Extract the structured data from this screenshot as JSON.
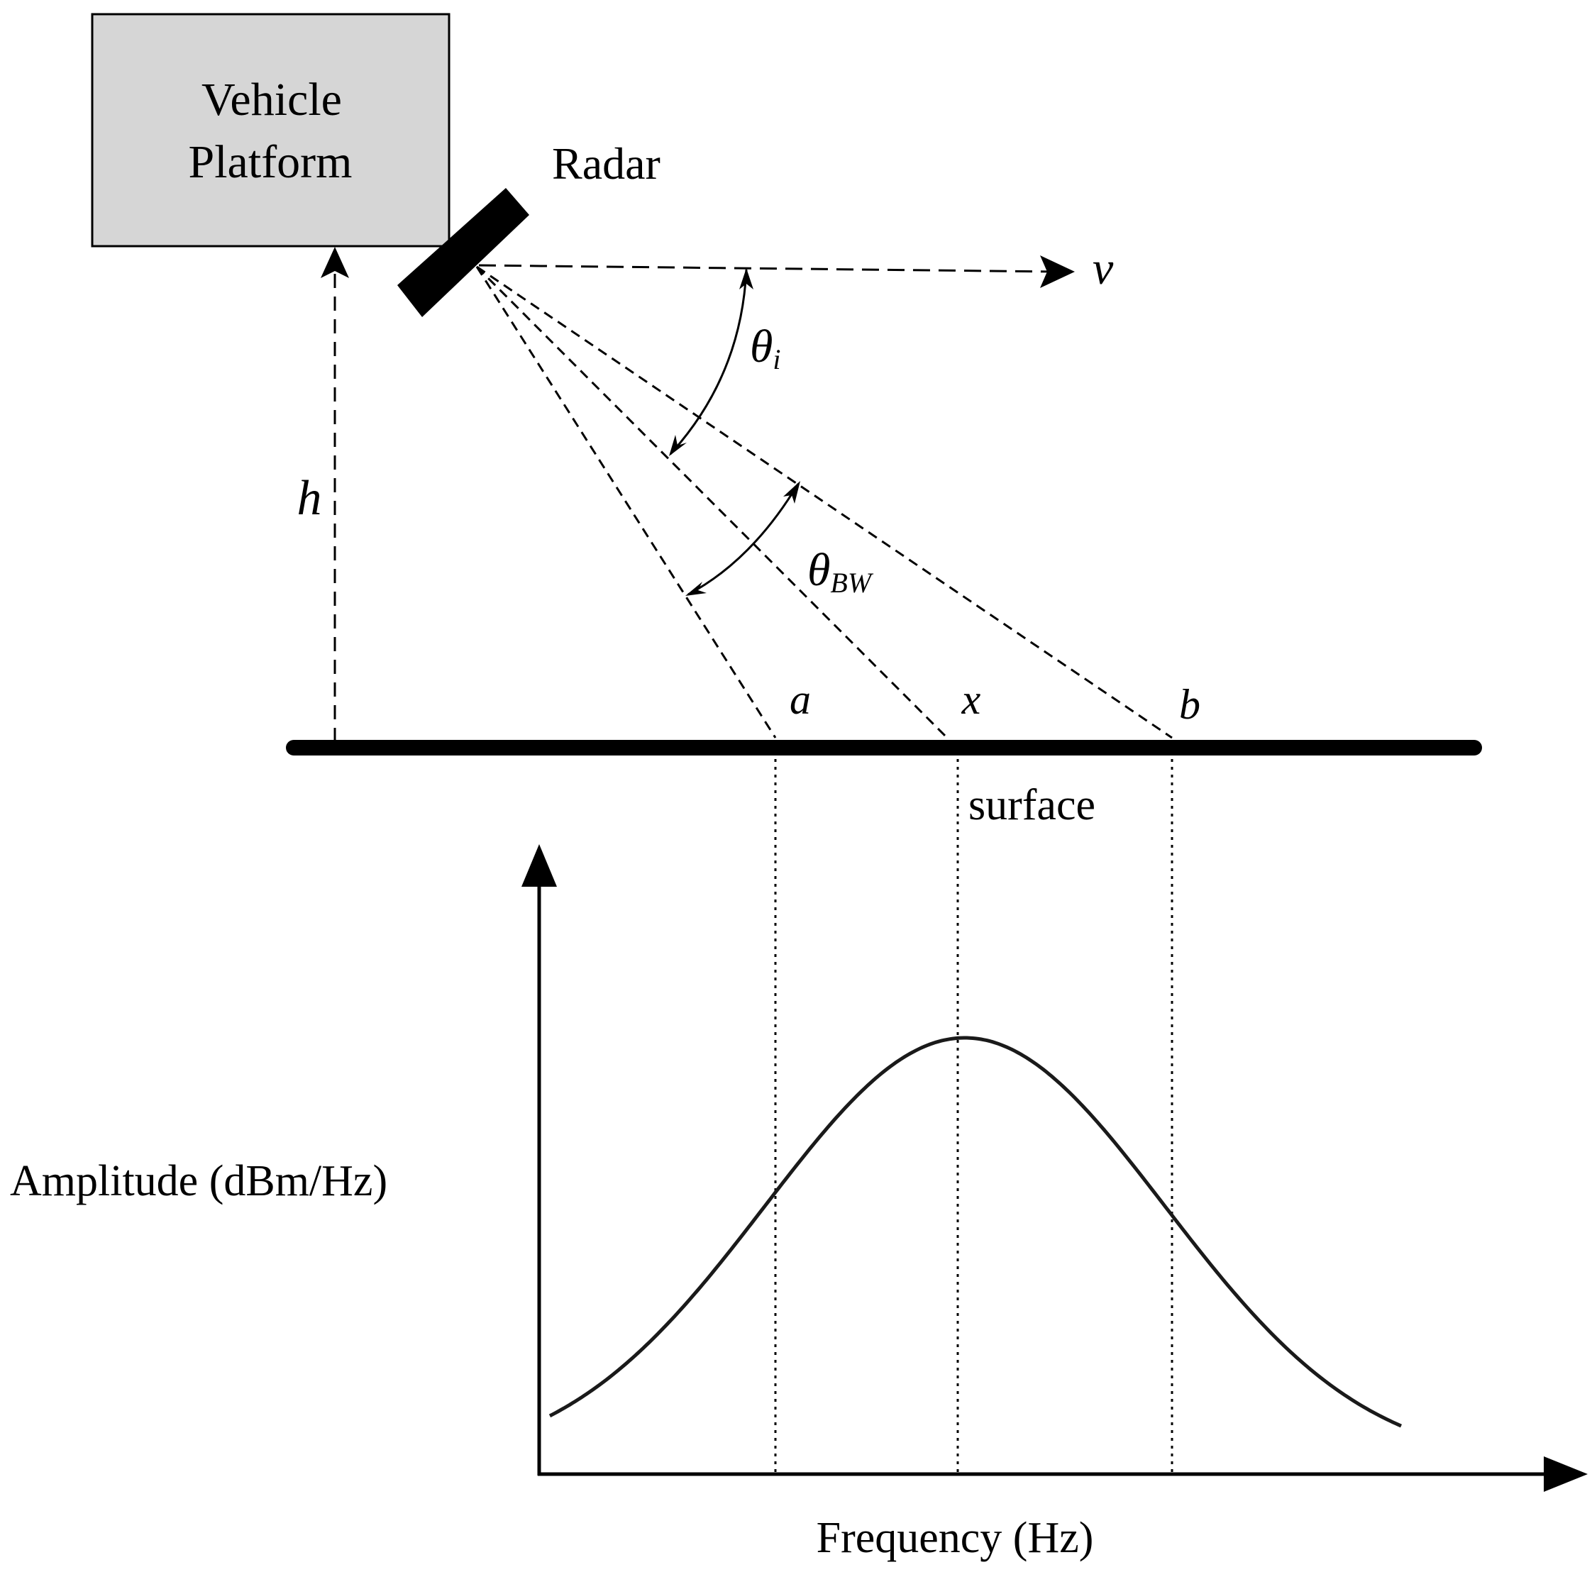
{
  "vehicle": {
    "line1": "Vehicle",
    "line2": "Platform",
    "fill": "#d6d6d6"
  },
  "radar_label": "Radar",
  "velocity_label": "v",
  "height_label": "h",
  "angle_incidence": {
    "symbol": "θ",
    "sub": "i"
  },
  "angle_beamwidth": {
    "symbol": "θ",
    "sub": "BW"
  },
  "surface": {
    "label": "surface",
    "points": [
      "a",
      "x",
      "b"
    ]
  },
  "spectrum": {
    "ylabel": "Amplitude (dBm/Hz)",
    "xlabel": "Frequency (Hz)"
  }
}
